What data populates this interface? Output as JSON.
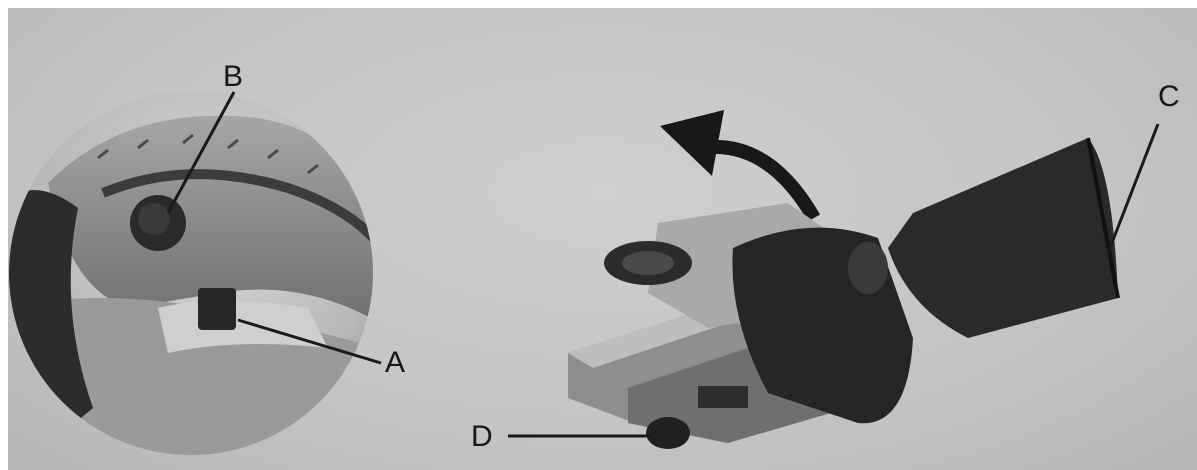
{
  "callouts": {
    "A": "A",
    "B": "B",
    "C": "C",
    "D": "D"
  },
  "colors": {
    "background": "#c6c6c6",
    "tool_body": "#2a2a2a",
    "tool_light": "#9c9c9c",
    "leader_line": "#1a1a1a"
  },
  "icons": [
    "curved-arrow-icon"
  ]
}
